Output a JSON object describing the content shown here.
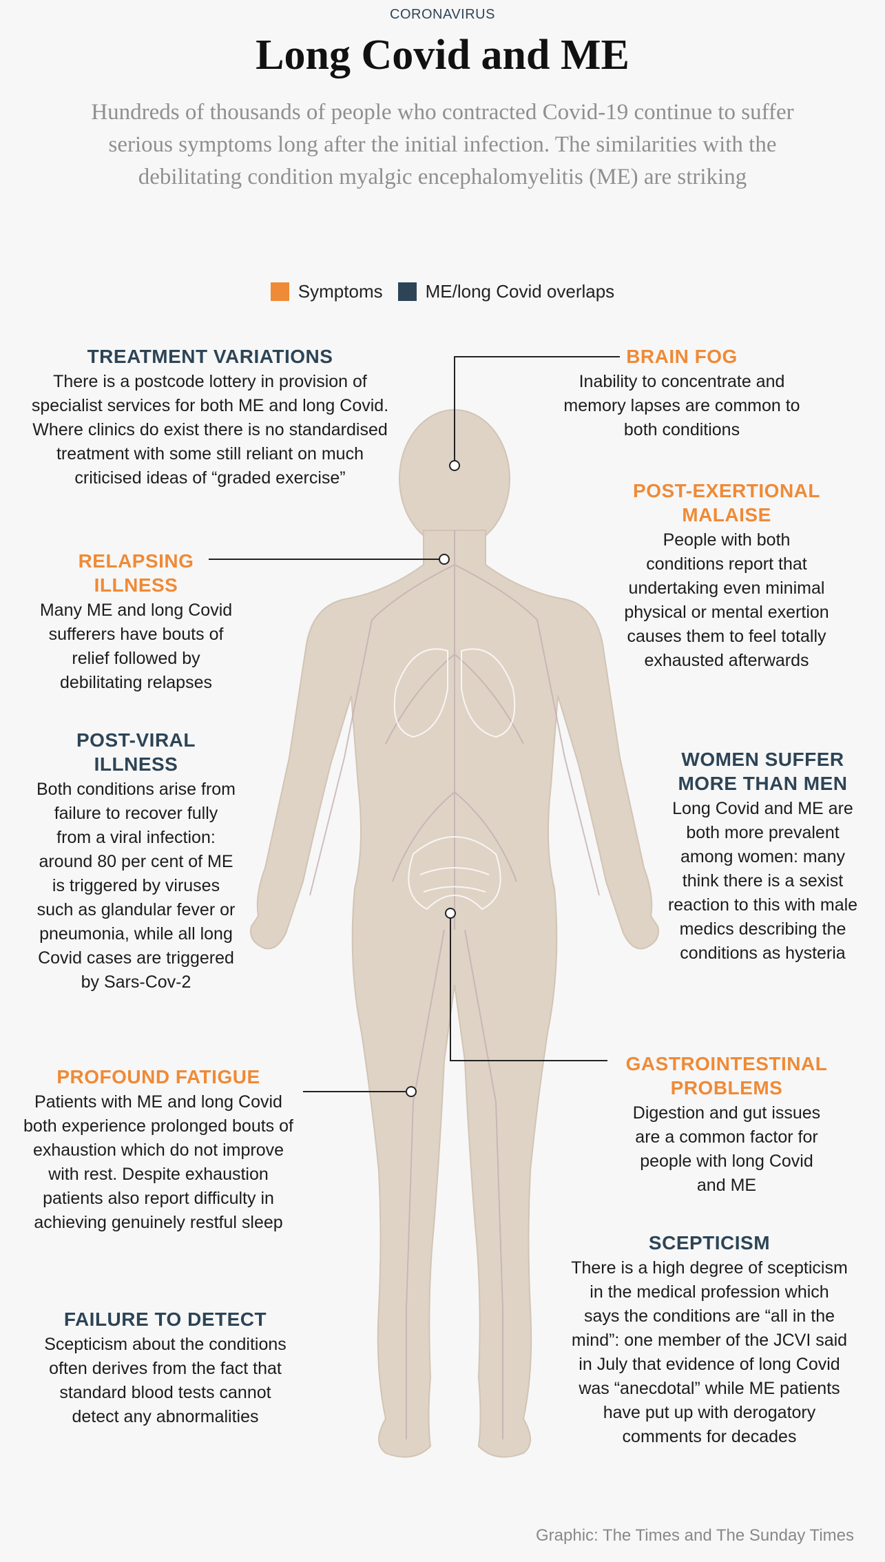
{
  "header": {
    "kicker": "CORONAVIRUS",
    "title": "Long Covid and ME",
    "subtitle": "Hundreds of thousands of people who contracted Covid-19 continue to suffer serious symptoms long after the initial infection. The similarities with the debilitating condition myalgic encephalomyelitis (ME) are striking"
  },
  "legend": {
    "symptoms_label": "Symptoms",
    "overlaps_label": "ME/long Covid overlaps",
    "symptoms_color": "#ef8a36",
    "overlaps_color": "#2d4456"
  },
  "blocks": {
    "treatment": {
      "heading": "TREATMENT VARIATIONS",
      "text": "There is a postcode lottery in provision of specialist services for both ME and long Covid. Where clinics do exist there is no standardised treatment with some still reliant on much criticised ideas of “graded exercise”",
      "category": "overlap"
    },
    "relapsing": {
      "heading": "RELAPSING ILLNESS",
      "text": "Many ME and long Covid sufferers have bouts of relief followed by debilitating relapses",
      "category": "symptom"
    },
    "postviral": {
      "heading": "POST-VIRAL ILLNESS",
      "text": "Both conditions arise from failure to recover fully from a viral infection: around 80 per cent of ME is triggered by viruses such as glandular fever or pneumonia, while all long Covid cases are triggered by Sars-Cov-2",
      "category": "overlap"
    },
    "fatigue": {
      "heading": "PROFOUND FATIGUE",
      "text": "Patients with ME and long Covid both experience prolonged bouts of exhaustion which do not improve with rest. Despite exhaustion patients also report difficulty in achieving genuinely restful sleep",
      "category": "symptom"
    },
    "detect": {
      "heading": "FAILURE TO DETECT",
      "text": "Scepticism about the conditions often derives from the fact that standard blood tests cannot detect any abnormalities",
      "category": "overlap"
    },
    "brainfog": {
      "heading": "BRAIN FOG",
      "text": "Inability to concentrate and memory lapses are common to both conditions",
      "category": "symptom"
    },
    "pem": {
      "heading": "POST-EXERTIONAL MALAISE",
      "text": "People with both conditions report that undertaking even minimal physical or mental exertion causes them to feel totally exhausted afterwards",
      "category": "symptom"
    },
    "women": {
      "heading": "WOMEN SUFFER MORE THAN MEN",
      "text": "Long Covid and ME are both more prevalent among women: many think there is a sexist reaction to this with male medics describing the conditions as hysteria",
      "category": "overlap"
    },
    "gastro": {
      "heading": "GASTROINTESTINAL PROBLEMS",
      "text": "Digestion and gut issues are a common factor for people with long Covid and ME",
      "category": "symptom"
    },
    "scepticism": {
      "heading": "SCEPTICISM",
      "text": "There is a high degree of scepticism in the medical profession which says the conditions are “all in the mind”: one member of the JCVI said in July that evidence of long Covid was “anecdotal” while ME patients have put up with derogatory comments for decades",
      "category": "overlap"
    }
  },
  "credit": "Graphic: The Times and The Sunday Times"
}
